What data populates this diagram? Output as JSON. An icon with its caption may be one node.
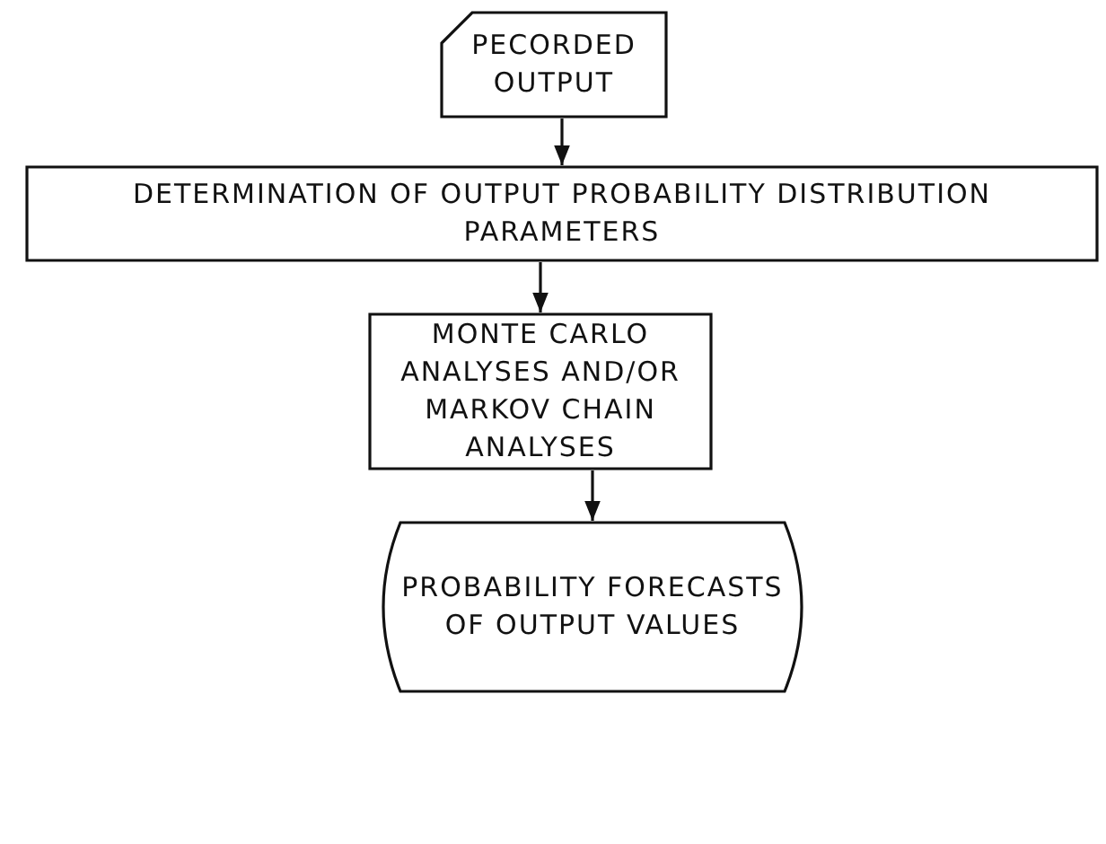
{
  "diagram": {
    "nodes": [
      {
        "text": [
          "PECORDED OUTPUT"
        ]
      },
      {
        "text": [
          "DETERMINATION OF OUTPUT PROBABILITY DISTRIBUTION PARAMETERS"
        ]
      },
      {
        "text": [
          "MONTE CARLO ANALYSES AND/OR MARKOV CHAIN ANALYSES"
        ]
      },
      {
        "text": [
          "PROBABILITY FORECASTS OF OUTPUT VALUES"
        ]
      }
    ],
    "edges": [
      {
        "from": 0,
        "to": 1,
        "arrow": "to"
      },
      {
        "from": 1,
        "to": 2,
        "arrow": "to"
      },
      {
        "from": 2,
        "to": 3,
        "arrow": "to"
      }
    ]
  }
}
